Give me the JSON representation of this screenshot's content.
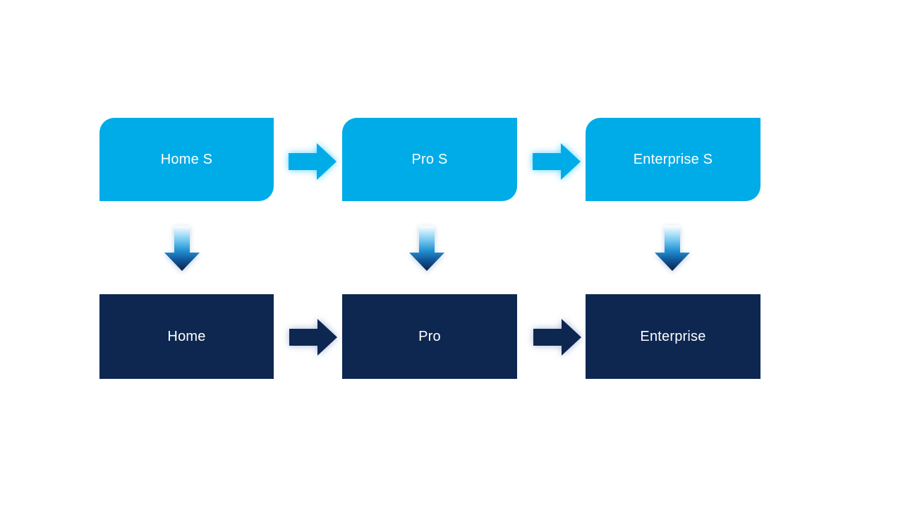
{
  "page": {
    "background": "#FFFFFF"
  },
  "diagram": {
    "description": "Product edition upgrade flow: S editions map down to base editions",
    "colors": {
      "top_box": "#00ACE8",
      "bottom_box": "#0E2750",
      "label_text": "#FFFFFF",
      "top_arrow": "#00ACE8",
      "bottom_arrow": "#0E2750",
      "top_arrow_glow": "rgba(41,196,255,0.75)",
      "bottom_arrow_glow": "rgba(104,135,186,0.60)",
      "down_arrow_gradient": [
        "#FFFFFF",
        "#7CCDF1",
        "#2391D3",
        "#12599C",
        "#0C2348"
      ]
    },
    "top_row": {
      "nodes": [
        {
          "label": "Home S"
        },
        {
          "label": "Pro S"
        },
        {
          "label": "Enterprise S"
        }
      ]
    },
    "bottom_row": {
      "nodes": [
        {
          "label": "Home"
        },
        {
          "label": "Pro"
        },
        {
          "label": "Enterprise"
        }
      ]
    },
    "icons": {
      "right_arrow": "right-arrow-icon",
      "down_arrow": "down-arrow-icon"
    }
  }
}
